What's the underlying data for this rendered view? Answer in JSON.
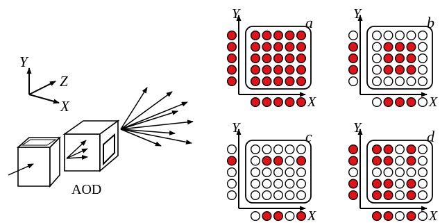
{
  "left_panel": {
    "axes": {
      "y": "Y",
      "z": "Z",
      "x": "X"
    },
    "device_label": "AOD"
  },
  "panels": [
    {
      "label": "a",
      "x_label": "X",
      "y_label": "Y",
      "y_side": [
        1,
        1,
        1,
        1,
        1
      ],
      "grid": [
        [
          1,
          1,
          1,
          1,
          1
        ],
        [
          1,
          1,
          1,
          1,
          1
        ],
        [
          1,
          1,
          1,
          1,
          1
        ],
        [
          1,
          1,
          1,
          1,
          1
        ],
        [
          1,
          1,
          1,
          1,
          1
        ]
      ],
      "x_bottom": [
        1,
        1,
        1,
        1,
        1
      ]
    },
    {
      "label": "b",
      "x_label": "X",
      "y_label": "Y",
      "y_side": [
        0,
        1,
        1,
        1,
        0
      ],
      "grid": [
        [
          0,
          0,
          0,
          0,
          0
        ],
        [
          0,
          1,
          1,
          1,
          0
        ],
        [
          0,
          1,
          1,
          1,
          0
        ],
        [
          0,
          1,
          1,
          1,
          0
        ],
        [
          0,
          0,
          0,
          0,
          0
        ]
      ],
      "x_bottom": [
        0,
        1,
        1,
        1,
        0
      ]
    },
    {
      "label": "c",
      "x_label": "X",
      "y_label": "Y",
      "y_side": [
        0,
        1,
        0,
        0,
        0
      ],
      "grid": [
        [
          0,
          0,
          0,
          0,
          0
        ],
        [
          0,
          1,
          1,
          0,
          1
        ],
        [
          0,
          0,
          0,
          0,
          0
        ],
        [
          0,
          0,
          0,
          0,
          0
        ],
        [
          0,
          0,
          0,
          0,
          0
        ]
      ],
      "x_bottom": [
        0,
        1,
        1,
        0,
        1
      ]
    },
    {
      "label": "d",
      "x_label": "X",
      "y_label": "Y",
      "y_side": [
        1,
        1,
        0,
        1,
        1
      ],
      "grid": [
        [
          1,
          1,
          0,
          1,
          0
        ],
        [
          1,
          1,
          0,
          1,
          0
        ],
        [
          0,
          0,
          0,
          0,
          0
        ],
        [
          1,
          1,
          0,
          1,
          0
        ],
        [
          1,
          1,
          0,
          1,
          0
        ]
      ],
      "x_bottom": [
        1,
        1,
        0,
        1,
        0
      ]
    }
  ],
  "colors": {
    "filled": "#e0131a",
    "stroke": "#000000",
    "empty": "#ffffff"
  }
}
